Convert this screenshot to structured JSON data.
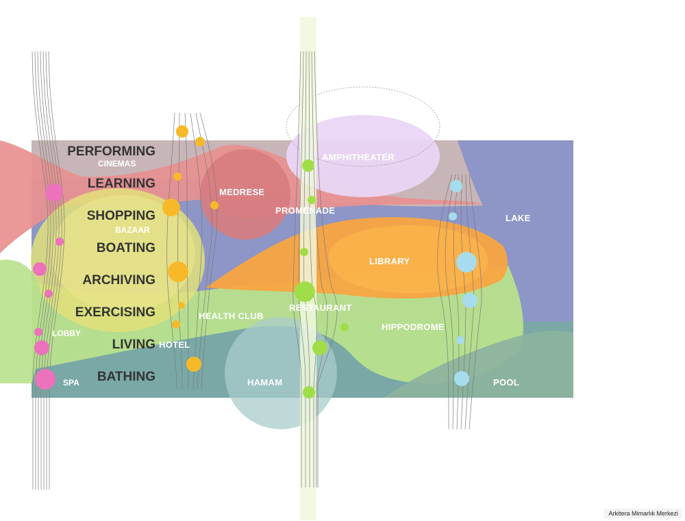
{
  "diagram": {
    "activities": [
      "PERFORMING",
      "LEARNING",
      "SHOPPING",
      "BOATING",
      "ARCHIVING",
      "EXERCISING",
      "LIVING",
      "BATHING"
    ],
    "zones": {
      "cinemas": "CINEMAS",
      "bazaar": "BAZAAR",
      "lobby": "LOBBY",
      "spa": "SPA",
      "hotel": "HOTEL",
      "medrese": "MEDRESE",
      "promenade": "PROMENADE",
      "amphitheater": "AMPHITHEATER",
      "health_club": "HEALTH CLUB",
      "restaurant": "RESTAURANT",
      "hamam": "HAMAM",
      "library": "LIBRARY",
      "hippodrome": "HIPPODROME",
      "lake": "LAKE",
      "pool": "POOL"
    },
    "colors": {
      "lake": "#8d96c6",
      "performing": "#c8b5b7",
      "learning": "#e89090",
      "medrese": "#d77c80",
      "amphitheater": "#ead5f5",
      "shopping": "#e2e07a",
      "library": "#f9a442",
      "exercising": "#b8e08c",
      "bathing": "#79a8a6",
      "hamam": "#a9cccc",
      "dot_pink": "#ec72bc",
      "dot_orange": "#f8b928",
      "dot_green": "#9fde48",
      "dot_blue": "#a6dced"
    }
  },
  "credit": "Arkitera Mimarlık Merkezi"
}
